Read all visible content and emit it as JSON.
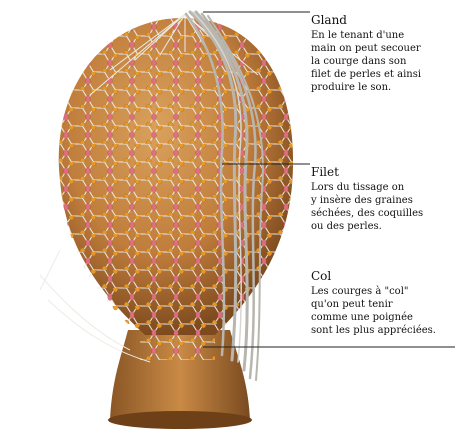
{
  "annotations": [
    {
      "term": "Gland",
      "lines": [
        "En le tenant d'une",
        "main on peut secouer",
        "la courge dans son",
        "filet de perles et ainsi",
        "produire le son."
      ]
    },
    {
      "term": "Filet",
      "lines": [
        "Lors du tissage on",
        "y insère des graines",
        "séchées, des coquilles",
        "ou des perles."
      ]
    },
    {
      "term": "Col",
      "lines": [
        "Les courges à \"col\"",
        "qu'on peut tenir",
        "comme une poignée",
        "sont les plus appréciées."
      ]
    }
  ],
  "colors": {
    "gourd": "#c98a45",
    "gourd_dark": "#9a5e2a",
    "net": "#e8e6e0",
    "bead_orange": "#e89a2a",
    "bead_pink": "#e07080",
    "hair": "#b8b6ae",
    "leader_line": "#222222"
  }
}
